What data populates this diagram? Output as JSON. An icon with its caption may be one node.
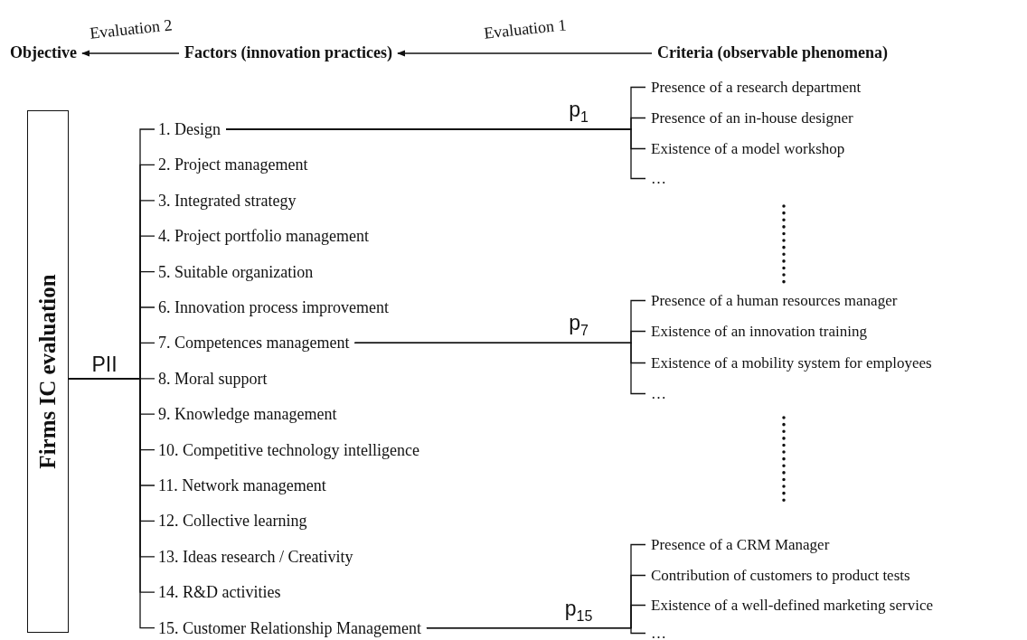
{
  "diagram": {
    "nodes": [
      {
        "text": [
          "Objective"
        ]
      },
      {
        "text": [
          "Factors (innovation practices)"
        ]
      },
      {
        "text": [
          "Criteria (observable phenomena)"
        ]
      },
      {
        "text": [
          "Firms IC evaluation"
        ]
      },
      {
        "text": [
          "1. Design"
        ]
      },
      {
        "text": [
          "2. Project management"
        ]
      },
      {
        "text": [
          "3. Integrated strategy"
        ]
      },
      {
        "text": [
          "4. Project portfolio management"
        ]
      },
      {
        "text": [
          "5. Suitable organization"
        ]
      },
      {
        "text": [
          "6. Innovation process improvement"
        ]
      },
      {
        "text": [
          "7. Competences management"
        ]
      },
      {
        "text": [
          "8. Moral support"
        ]
      },
      {
        "text": [
          "9. Knowledge management"
        ]
      },
      {
        "text": [
          "10. Competitive technology intelligence"
        ]
      },
      {
        "text": [
          "11. Network management"
        ]
      },
      {
        "text": [
          "12. Collective learning"
        ]
      },
      {
        "text": [
          "13. Ideas research / Creativity"
        ]
      },
      {
        "text": [
          "14. R&D activities"
        ]
      },
      {
        "text": [
          "15. Customer Relationship Management"
        ]
      },
      {
        "text": [
          "Presence of a research department"
        ]
      },
      {
        "text": [
          "Presence of an in-house designer"
        ]
      },
      {
        "text": [
          "Existence of a model workshop"
        ]
      },
      {
        "text": [
          "…"
        ]
      },
      {
        "text": [
          "Presence of a human resources manager"
        ]
      },
      {
        "text": [
          "Existence of an innovation training"
        ]
      },
      {
        "text": [
          "Existence of a mobility system for employees"
        ]
      },
      {
        "text": [
          "…"
        ]
      },
      {
        "text": [
          "Presence of a CRM Manager"
        ]
      },
      {
        "text": [
          "Contribution of customers to product tests"
        ]
      },
      {
        "text": [
          "Existence of a well-defined marketing service"
        ]
      },
      {
        "text": [
          "…"
        ]
      }
    ],
    "edges": [
      {
        "from": 2,
        "to": 1,
        "arrow": "to",
        "label": "Evaluation 1"
      },
      {
        "from": 1,
        "to": 0,
        "arrow": "to",
        "label": "Evaluation 2"
      },
      {
        "from": 3,
        "to": 4,
        "arrow": "none"
      },
      {
        "from": 3,
        "to": 5,
        "arrow": "none"
      },
      {
        "from": 3,
        "to": 6,
        "arrow": "none"
      },
      {
        "from": 3,
        "to": 7,
        "arrow": "none"
      },
      {
        "from": 3,
        "to": 8,
        "arrow": "none"
      },
      {
        "from": 3,
        "to": 9,
        "arrow": "none"
      },
      {
        "from": 3,
        "to": 10,
        "arrow": "none"
      },
      {
        "from": 3,
        "to": 11,
        "arrow": "none",
        "label": "PII"
      },
      {
        "from": 3,
        "to": 12,
        "arrow": "none"
      },
      {
        "from": 3,
        "to": 13,
        "arrow": "none"
      },
      {
        "from": 3,
        "to": 14,
        "arrow": "none"
      },
      {
        "from": 3,
        "to": 15,
        "arrow": "none"
      },
      {
        "from": 3,
        "to": 16,
        "arrow": "none"
      },
      {
        "from": 3,
        "to": 17,
        "arrow": "none"
      },
      {
        "from": 3,
        "to": 18,
        "arrow": "none"
      },
      {
        "from": 4,
        "to": 19,
        "arrow": "none",
        "label": "p$_{1}$"
      },
      {
        "from": 4,
        "to": 20,
        "arrow": "none"
      },
      {
        "from": 4,
        "to": 21,
        "arrow": "none"
      },
      {
        "from": 4,
        "to": 22,
        "arrow": "none"
      },
      {
        "from": 10,
        "to": 23,
        "arrow": "none",
        "label": "p$_{7}$"
      },
      {
        "from": 10,
        "to": 24,
        "arrow": "none"
      },
      {
        "from": 10,
        "to": 25,
        "arrow": "none"
      },
      {
        "from": 10,
        "to": 26,
        "arrow": "none"
      },
      {
        "from": 18,
        "to": 27,
        "arrow": "none",
        "label": "p$_{15}$"
      },
      {
        "from": 18,
        "to": 28,
        "arrow": "none"
      },
      {
        "from": 18,
        "to": 29,
        "arrow": "none"
      },
      {
        "from": 18,
        "to": 30,
        "arrow": "none"
      }
    ]
  }
}
